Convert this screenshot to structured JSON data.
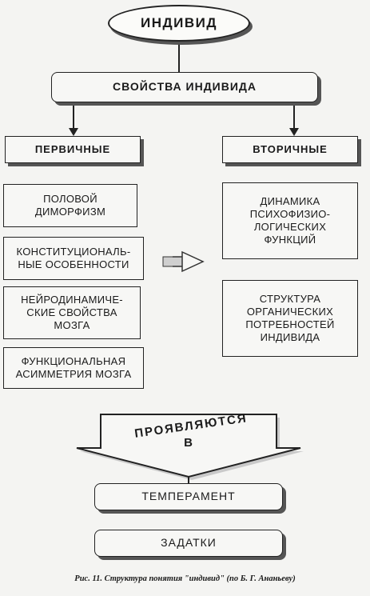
{
  "diagram": {
    "title": "ИНДИВИД",
    "properties": "СВОЙСТВА ИНДИВИДА",
    "primary": {
      "heading": "ПЕРВИЧНЫЕ",
      "items": [
        "ПОЛОВОЙ\nДИМОРФИЗМ",
        "КОНСТИТУЦИОНАЛЬ-\nНЫЕ ОСОБЕННОСТИ",
        "НЕЙРОДИНАМИЧЕ-\nСКИЕ СВОЙСТВА\nМОЗГА",
        "ФУНКЦИОНАЛЬНАЯ\nАСИММЕТРИЯ МОЗГА"
      ]
    },
    "secondary": {
      "heading": "ВТОРИЧНЫЕ",
      "items": [
        "ДИНАМИКА\nПСИХОФИЗИО-\nЛОГИЧЕСКИХ\nФУНКЦИЙ",
        "СТРУКТУРА\nОРГАНИЧЕСКИХ\nПОТРЕБНОСТЕЙ\nИНДИВИДА"
      ]
    },
    "manifest": {
      "word": "ПРОЯВЛЯЮТСЯ",
      "preposition": "В"
    },
    "outcomes": [
      "ТЕМПЕРАМЕНТ",
      "ЗАДАТКИ"
    ]
  },
  "caption": "Рис. 11. Структура понятия \"индивид\" (по Б. Г. Ананьеву)"
}
